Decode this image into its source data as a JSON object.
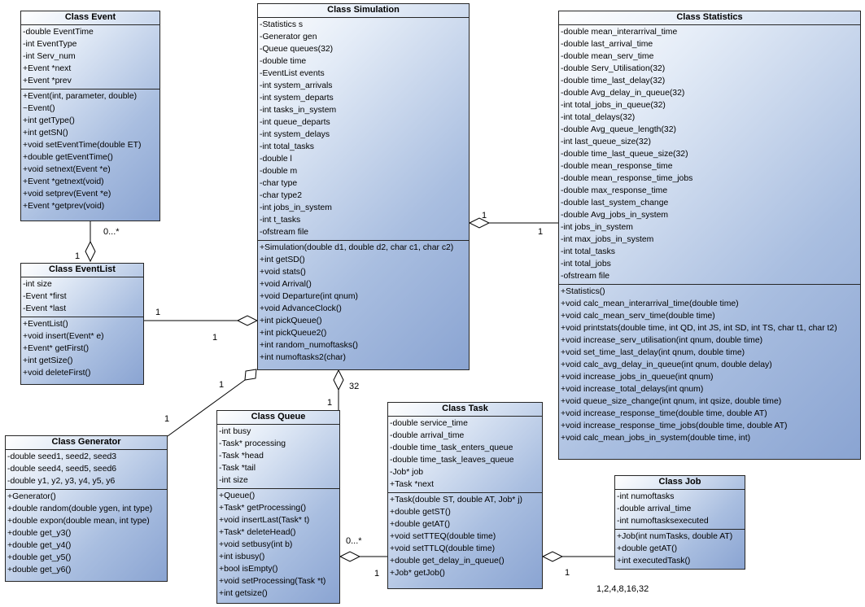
{
  "classes": {
    "event": {
      "title": "Class Event",
      "attributes": [
        "-double EventTime",
        "-int EventType",
        "-int Serv_num",
        "+Event *next",
        "+Event *prev"
      ],
      "methods": [
        "+Event(int, parameter, double)",
        "~Event()",
        "+int getType()",
        "+int getSN()",
        "+void setEventTime(double ET)",
        "+double getEventTime()",
        "+void setnext(Event *e)",
        "+Event *getnext(void)",
        "+void setprev(Event *e)",
        "+Event *getprev(void)"
      ]
    },
    "eventlist": {
      "title": "Class EventList",
      "attributes": [
        "-int size",
        "-Event *first",
        "-Event *last"
      ],
      "methods": [
        "+EventList()",
        "+void insert(Event* e)",
        "+Event* getFirst()",
        "+int getSize()",
        "+void deleteFirst()"
      ]
    },
    "simulation": {
      "title": "Class Simulation",
      "attributes": [
        "-Statistics s",
        "-Generator gen",
        "-Queue queues(32)",
        "-double time",
        "-EventList events",
        "-int system_arrivals",
        "-int system_departs",
        "-int tasks_in_system",
        "-int queue_departs",
        "-int system_delays",
        "-int total_tasks",
        "-double l",
        "-double m",
        "-char type",
        "-char type2",
        "-int jobs_in_system",
        "-int t_tasks",
        "-ofstream file"
      ],
      "methods": [
        "+Simulation(double d1, double d2, char c1, char c2)",
        "+int getSD()",
        "+void stats()",
        "+void Arrival()",
        "+void Departure(int qnum)",
        "+void AdvanceClock()",
        "+int pickQueue()",
        "+int pickQueue2()",
        "+int random_numoftasks()",
        "+int numoftasks2(char)"
      ]
    },
    "statistics": {
      "title": "Class Statistics",
      "attributes": [
        "-double mean_interarrival_time",
        "-double last_arrival_time",
        "-double mean_serv_time",
        "-double Serv_Utilisation(32)",
        "-double time_last_delay(32)",
        "-double Avg_delay_in_queue(32)",
        "-int total_jobs_in_queue(32)",
        "-int total_delays(32)",
        "-double Avg_queue_length(32)",
        "-int last_queue_size(32)",
        "-double time_last_queue_size(32)",
        "-double mean_response_time",
        "-double mean_response_time_jobs",
        "-double max_response_time",
        "-double last_system_change",
        "-double Avg_jobs_in_system",
        "-int jobs_in_system",
        "-int max_jobs_in_system",
        "-int total_tasks",
        "-int total_jobs",
        "-ofstream file"
      ],
      "methods": [
        "+Statistics()",
        "+void calc_mean_interarrival_time(double time)",
        "+void calc_mean_serv_time(double time)",
        "+void printstats(double time, int QD, int JS, int SD, int TS, char t1, char t2)",
        "+void increase_serv_utilisation(int qnum, double time)",
        "+void set_time_last_delay(int qnum, double time)",
        "+void calc_avg_delay_in_queue(int qnum, double delay)",
        "+void increase_jobs_in_queue(int qnum)",
        "+void increase_total_delays(int qnum)",
        "+void queue_size_change(int qnum, int qsize, double time)",
        "+void increase_response_time(double time, double AT)",
        "+void increase_response_time_jobs(double time, double AT)",
        "+void calc_mean_jobs_in_system(double time, int)"
      ]
    },
    "generator": {
      "title": "Class Generator",
      "attributes": [
        "-double seed1, seed2, seed3",
        "-double seed4, seed5, seed6",
        "-double y1, y2, y3, y4, y5, y6"
      ],
      "methods": [
        "+Generator()",
        "+double random(double ygen, int type)",
        "+double expon(double mean, int type)",
        "+double get_y3()",
        "+double get_y4()",
        "+double get_y5()",
        "+double get_y6()"
      ]
    },
    "queue": {
      "title": "Class Queue",
      "attributes": [
        "-int busy",
        "-Task* processing",
        "-Task *head",
        "-Task *tail",
        "-int size"
      ],
      "methods": [
        "+Queue()",
        "+Task* getProcessing()",
        "+void insertLast(Task* t)",
        "+Task* deleteHead()",
        "+void setbusy(int b)",
        "+int isbusy()",
        "+bool isEmpty()",
        "+void setProcessing(Task *t)",
        "+int getsize()"
      ]
    },
    "task": {
      "title": "Class Task",
      "attributes": [
        "-double service_time",
        "-double arrival_time",
        "-double time_task_enters_queue",
        "-double time_task_leaves_queue",
        "-Job* job",
        "+Task *next"
      ],
      "methods": [
        "+Task(double ST, double AT, Job* j)",
        "+double getST()",
        "+double getAT()",
        "+void setTTEQ(double time)",
        "+void setTTLQ(double time)",
        "+double get_delay_in_queue()",
        "+Job* getJob()"
      ]
    },
    "job": {
      "title": "Class Job",
      "attributes": [
        "-int numoftasks",
        "-double arrival_time",
        "-int numoftasksexecuted"
      ],
      "methods": [
        "+Job(int numTasks, double AT)",
        "+double getAT()",
        "+int executedTask()"
      ]
    }
  },
  "multiplicities": {
    "event_eventlist_top": "0...*",
    "event_eventlist_bottom": "1",
    "eventlist_sim_left": "1",
    "eventlist_sim_right": "1",
    "sim_stats_left": "1",
    "sim_stats_right": "1",
    "sim_gen_top": "1",
    "sim_gen_bottom": "1",
    "sim_queue_top": "32",
    "sim_queue_bottom": "1",
    "queue_task_left": "0...*",
    "queue_task_right": "1",
    "task_job": "1"
  },
  "note": "1,2,4,8,16,32",
  "colors": {
    "box_light": "#e4ecf7",
    "box_dark": "#8aa4d2",
    "line": "#262626"
  }
}
